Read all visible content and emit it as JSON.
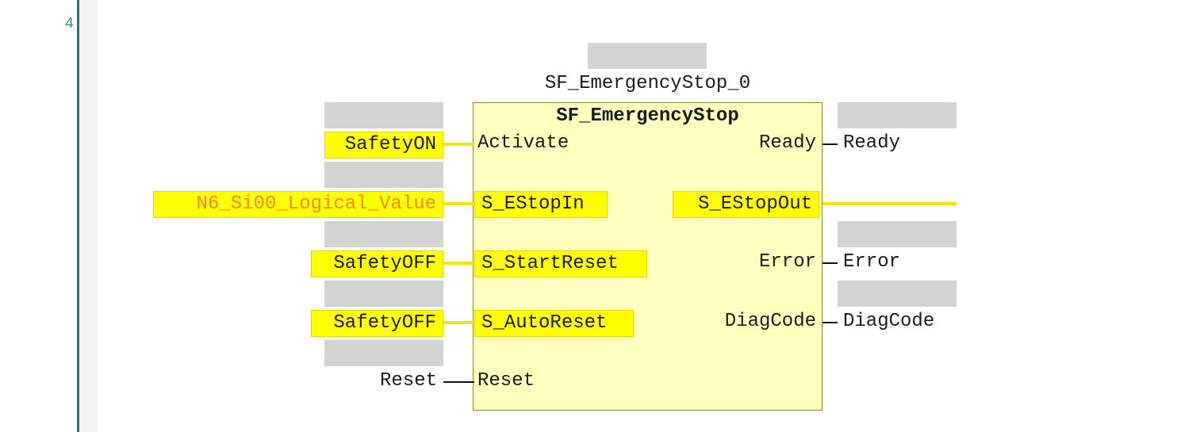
{
  "editor": {
    "network_number": "4"
  },
  "block": {
    "instance_name": "SF_EmergencyStop_0",
    "type_name": "SF_EmergencyStop",
    "inputs": [
      {
        "pin": "Activate",
        "variable": "SafetyON"
      },
      {
        "pin": "S_EStopIn",
        "variable": "N6_Si00_Logical_Value"
      },
      {
        "pin": "S_StartReset",
        "variable": "SafetyOFF"
      },
      {
        "pin": "S_AutoReset",
        "variable": "SafetyOFF"
      },
      {
        "pin": "Reset",
        "variable": "Reset"
      }
    ],
    "outputs": [
      {
        "pin": "Ready",
        "variable": "Ready"
      },
      {
        "pin": "S_EStopOut",
        "variable": ""
      },
      {
        "pin": "Error",
        "variable": "Error"
      },
      {
        "pin": "DiagCode",
        "variable": "DiagCode"
      }
    ]
  },
  "colors": {
    "block_fill": "#ffffc0",
    "safety_highlight": "#ffff00",
    "safety_wire": "#f5e400",
    "rail": "#137a74",
    "line_number": "#2f8f8a",
    "placeholder": "#d3d3d3",
    "unresolved_variable": "#f08a24"
  }
}
